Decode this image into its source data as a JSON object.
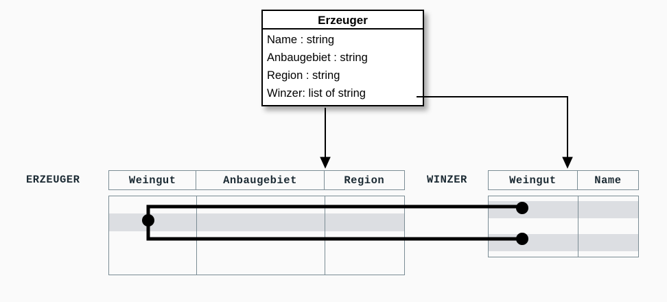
{
  "diagram": {
    "title": "Erzeuger UML class to relational mapping",
    "background_color": "#fafafa",
    "line_color": "#000000",
    "table_border_color": "#7a8c94",
    "row_band_color": "#dcdee2"
  },
  "uml_class": {
    "name": "Erzeuger",
    "attributes": [
      "Name : string",
      "Anbaugebiet : string",
      "Region : string",
      "Winzer: list of string"
    ]
  },
  "tables": [
    {
      "name": "ERZEUGER",
      "columns": [
        "Weingut",
        "Anbaugebiet",
        "Region"
      ],
      "row_count": 4,
      "highlighted_rows": [
        2
      ]
    },
    {
      "name": "WINZER",
      "columns": [
        "Weingut",
        "Name"
      ],
      "row_count": 4,
      "highlighted_rows": [
        1,
        3
      ]
    }
  ],
  "connectors": [
    {
      "label": "erzeuger-mapping-arrow",
      "from": "uml-class-bottom",
      "to": "erzeuger-table-header"
    },
    {
      "label": "winzer-mapping-arrow",
      "from": "uml-attribute-winzer",
      "to": "winzer-table-header"
    },
    {
      "label": "link-erzeuger-row-to-winzer-row-1",
      "from": "erzeuger-row-2",
      "to": "winzer-row-1"
    },
    {
      "label": "link-erzeuger-row-to-winzer-row-3",
      "from": "erzeuger-row-2",
      "to": "winzer-row-3"
    }
  ]
}
